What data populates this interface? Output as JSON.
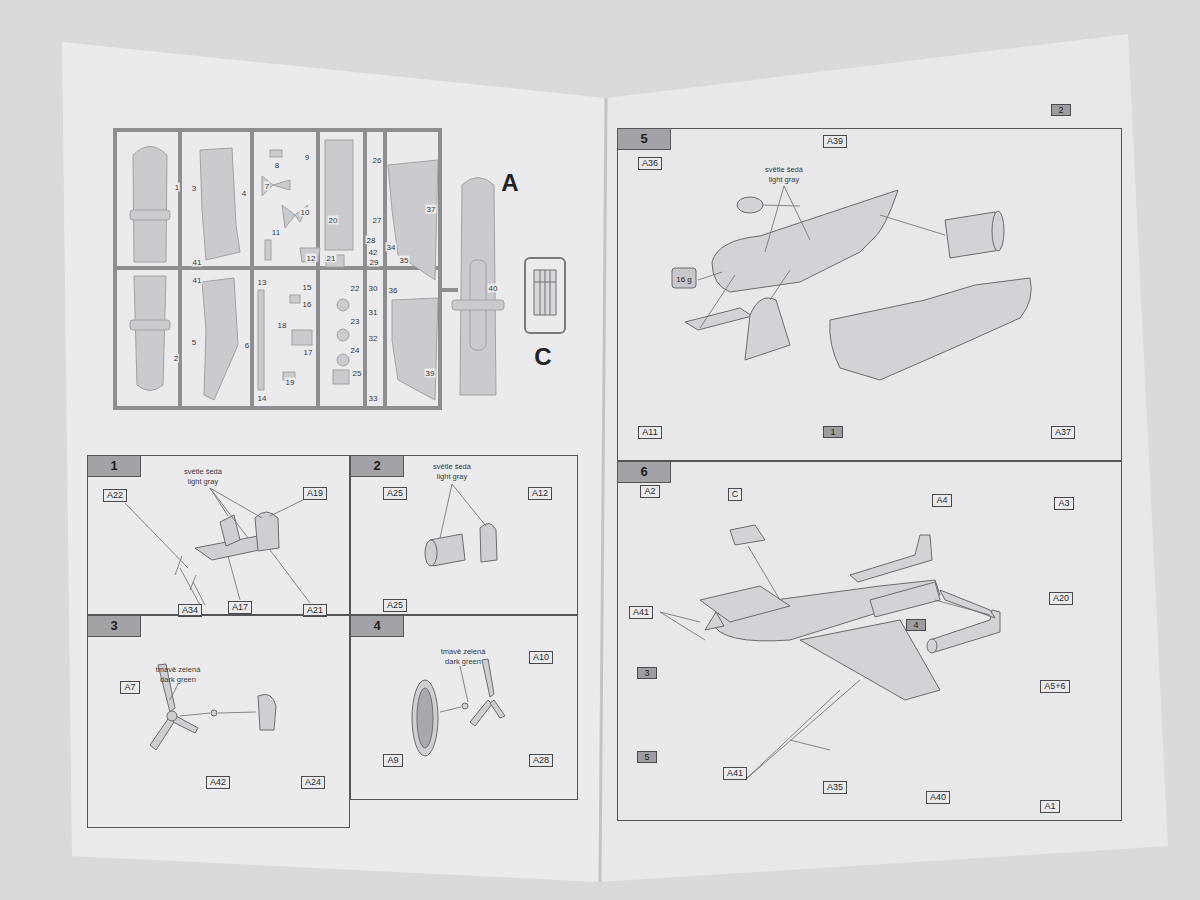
{
  "diagram": {
    "nodes": [
      {
        "text": [
          "1"
        ]
      },
      {
        "text": [
          "A22"
        ],
        "in": 0
      },
      {
        "text": [
          "A19"
        ],
        "in": 0
      },
      {
        "text": [
          "A34"
        ],
        "in": 0
      },
      {
        "text": [
          "A17"
        ],
        "in": 0
      },
      {
        "text": [
          "A21"
        ],
        "in": 0
      },
      {
        "text": [
          "2"
        ]
      },
      {
        "text": [
          "A25"
        ],
        "in": 6
      },
      {
        "text": [
          "A12"
        ],
        "in": 6
      },
      {
        "text": [
          "A25"
        ],
        "in": 6
      },
      {
        "text": [
          "3"
        ]
      },
      {
        "text": [
          "A7"
        ],
        "in": 10
      },
      {
        "text": [
          "A42"
        ],
        "in": 10
      },
      {
        "text": [
          "A24"
        ],
        "in": 10
      },
      {
        "text": [
          "4"
        ]
      },
      {
        "text": [
          "A10"
        ],
        "in": 14
      },
      {
        "text": [
          "A9"
        ],
        "in": 14
      },
      {
        "text": [
          "A28"
        ],
        "in": 14
      },
      {
        "text": [
          "2"
        ]
      },
      {
        "text": [
          "5"
        ]
      },
      {
        "text": [
          "A36"
        ],
        "in": 19
      },
      {
        "text": [
          "A39"
        ],
        "in": 19
      },
      {
        "text": [
          "A11"
        ],
        "in": 19
      },
      {
        "text": [
          "1"
        ],
        "in": 19
      },
      {
        "text": [
          "A37"
        ],
        "in": 19
      },
      {
        "text": [
          "6"
        ]
      },
      {
        "text": [
          "A2"
        ],
        "in": 25
      },
      {
        "text": [
          "C"
        ],
        "in": 25
      },
      {
        "text": [
          "A4"
        ],
        "in": 25
      },
      {
        "text": [
          "A3"
        ],
        "in": 25
      },
      {
        "text": [
          "A41"
        ],
        "in": 25
      },
      {
        "text": [
          "A20"
        ],
        "in": 25
      },
      {
        "text": [
          "4"
        ],
        "in": 25
      },
      {
        "text": [
          "3"
        ],
        "in": 25
      },
      {
        "text": [
          "A5+6"
        ],
        "in": 25
      },
      {
        "text": [
          "5"
        ],
        "in": 25
      },
      {
        "text": [
          "A41"
        ],
        "in": 25
      },
      {
        "text": [
          "A35"
        ],
        "in": 25
      },
      {
        "text": [
          "A40"
        ],
        "in": 25
      },
      {
        "text": [
          "A1"
        ],
        "in": 25
      }
    ],
    "labels": [
      "1",
      "3",
      "4",
      "41",
      "8",
      "9",
      "7",
      "10",
      "11",
      "12",
      "20",
      "21",
      "26",
      "27",
      "28",
      "42",
      "29",
      "34",
      "35",
      "37",
      "41",
      "2",
      "5",
      "6",
      "13",
      "14",
      "15",
      "16",
      "17",
      "18",
      "19",
      "22",
      "23",
      "24",
      "25",
      "30",
      "31",
      "32",
      "33",
      "36",
      "39",
      "40",
      "A",
      "C",
      "světle šedá",
      "light gray",
      "světle šedá",
      "light gray",
      "tmavě zelená",
      "dark green",
      "tmavě zelená",
      "dark green",
      "světle šedá",
      "light gray",
      "16 g"
    ]
  }
}
